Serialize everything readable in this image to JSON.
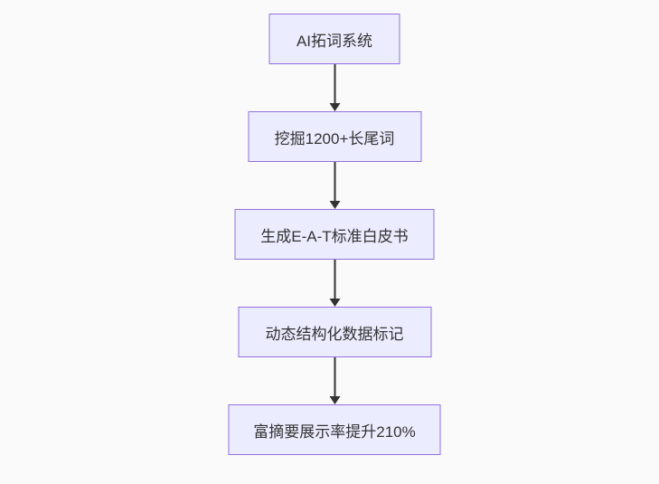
{
  "diagram": {
    "type": "flowchart",
    "direction": "top-down",
    "background_color": "#fafafa",
    "node_fill_color": "#ECECFF",
    "node_border_color": "#9370DB",
    "text_color": "#333333",
    "arrow_color": "#333333",
    "nodes": [
      {
        "id": "n1",
        "label": "AI拓词系统"
      },
      {
        "id": "n2",
        "label": "挖掘1200+长尾词"
      },
      {
        "id": "n3",
        "label": "生成E-A-T标准白皮书"
      },
      {
        "id": "n4",
        "label": "动态结构化数据标记"
      },
      {
        "id": "n5",
        "label": "富摘要展示率提升210%"
      }
    ],
    "edges": [
      {
        "from": "n1",
        "to": "n2"
      },
      {
        "from": "n2",
        "to": "n3"
      },
      {
        "from": "n3",
        "to": "n4"
      },
      {
        "from": "n4",
        "to": "n5"
      }
    ]
  }
}
